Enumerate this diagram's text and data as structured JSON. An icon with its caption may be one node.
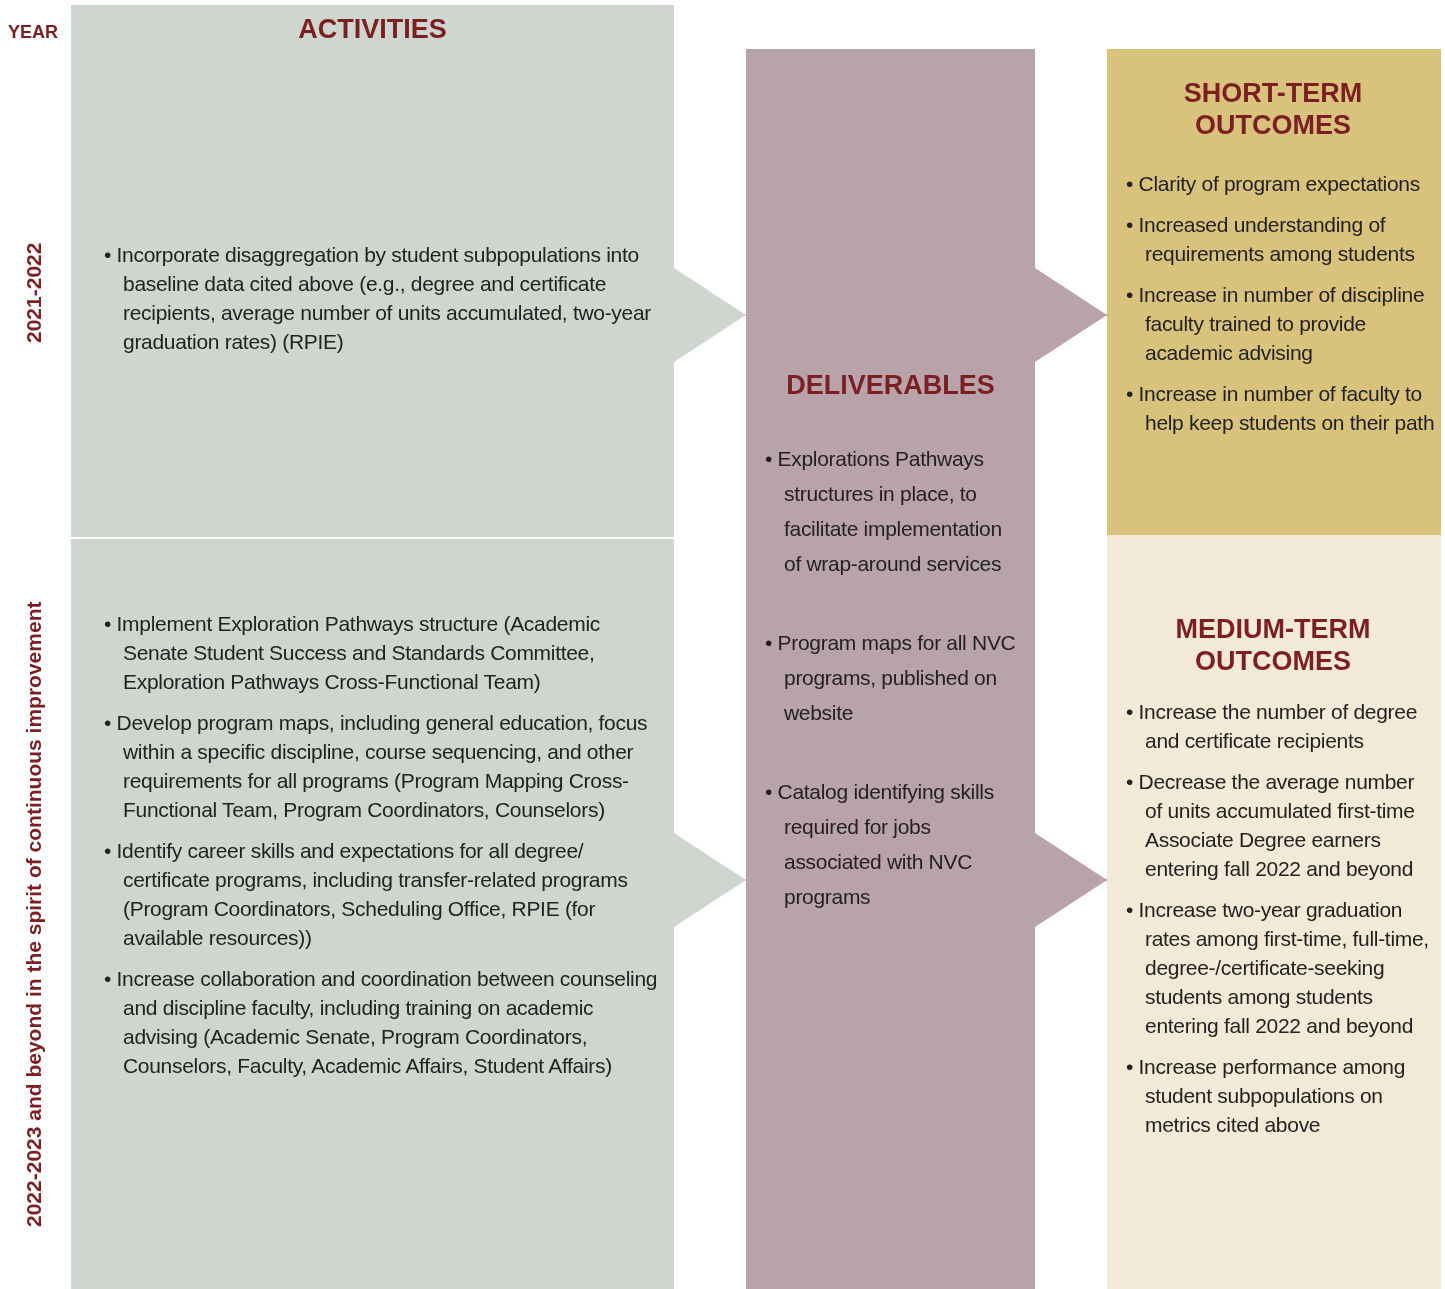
{
  "diagram": {
    "nodes": [
      {
        "text": [
          "ACTIVITIES"
        ]
      },
      {
        "text": [
          "• Incorporate disaggregation by student subpopulations into baseline data cited above (e.g., degree and certificate recipients, average number of units accumulated, two-year graduation rates) (RPIE)"
        ],
        "in": 0
      },
      {
        "text": [
          "• Implement Exploration Pathways structure (Academic Senate Student Success and Standards Committee, Exploration Pathways Cross-Functional Team)",
          "• Develop program maps, including general education, focus within a specific discipline, course sequencing, and other requirements for all programs (Program Mapping Cross-Functional Team, Program Coordinators, Counselors)",
          "• Identify career skills and expectations for all degree/ certificate programs, including transfer-related programs (Program Coordinators, Scheduling Office, RPIE (for available resources))",
          "• Increase collaboration and coordination between counseling and discipline faculty, including training on academic advising (Academic Senate, Program Coordinators, Counselors, Faculty, Academic Affairs, Student Affairs)"
        ],
        "in": 0
      },
      {
        "text": [
          "DELIVERABLES",
          "• Explorations Pathways structures in place, to facilitate implementation of wrap-around services",
          "• Program maps for all NVC programs, published on website",
          "• Catalog identifying skills required for jobs associated with NVC programs"
        ]
      },
      {
        "text": [
          "SHORT-TERM OUTCOMES",
          "• Clarity of program expectations",
          "• Increased understanding of requirements among students",
          "• Increase in number of discipline faculty trained to provide academic advising",
          "• Increase in number of faculty to help keep students on their path"
        ]
      },
      {
        "text": [
          "MEDIUM-TERM OUTCOMES",
          "• Increase the number of degree and certificate recipients",
          "• Decrease the average number of units accumulated first-time Associate Degree earners entering fall 2022 and beyond",
          "• Increase two-year graduation rates among first-time, full-time, degree-/certificate-seeking students among students entering fall 2022 and beyond",
          "• Increase performance among student subpopulations on metrics cited above"
        ]
      }
    ],
    "edges": [
      {
        "from": 1,
        "to": 3,
        "arrow": "to"
      },
      {
        "from": 2,
        "to": 3,
        "arrow": "to"
      },
      {
        "from": 3,
        "to": 4,
        "arrow": "to"
      },
      {
        "from": 3,
        "to": 5,
        "arrow": "to"
      }
    ],
    "labels": [
      "YEAR",
      "2021-2022",
      "2022-2023 and beyond in the spirit of continuous improvement"
    ]
  }
}
